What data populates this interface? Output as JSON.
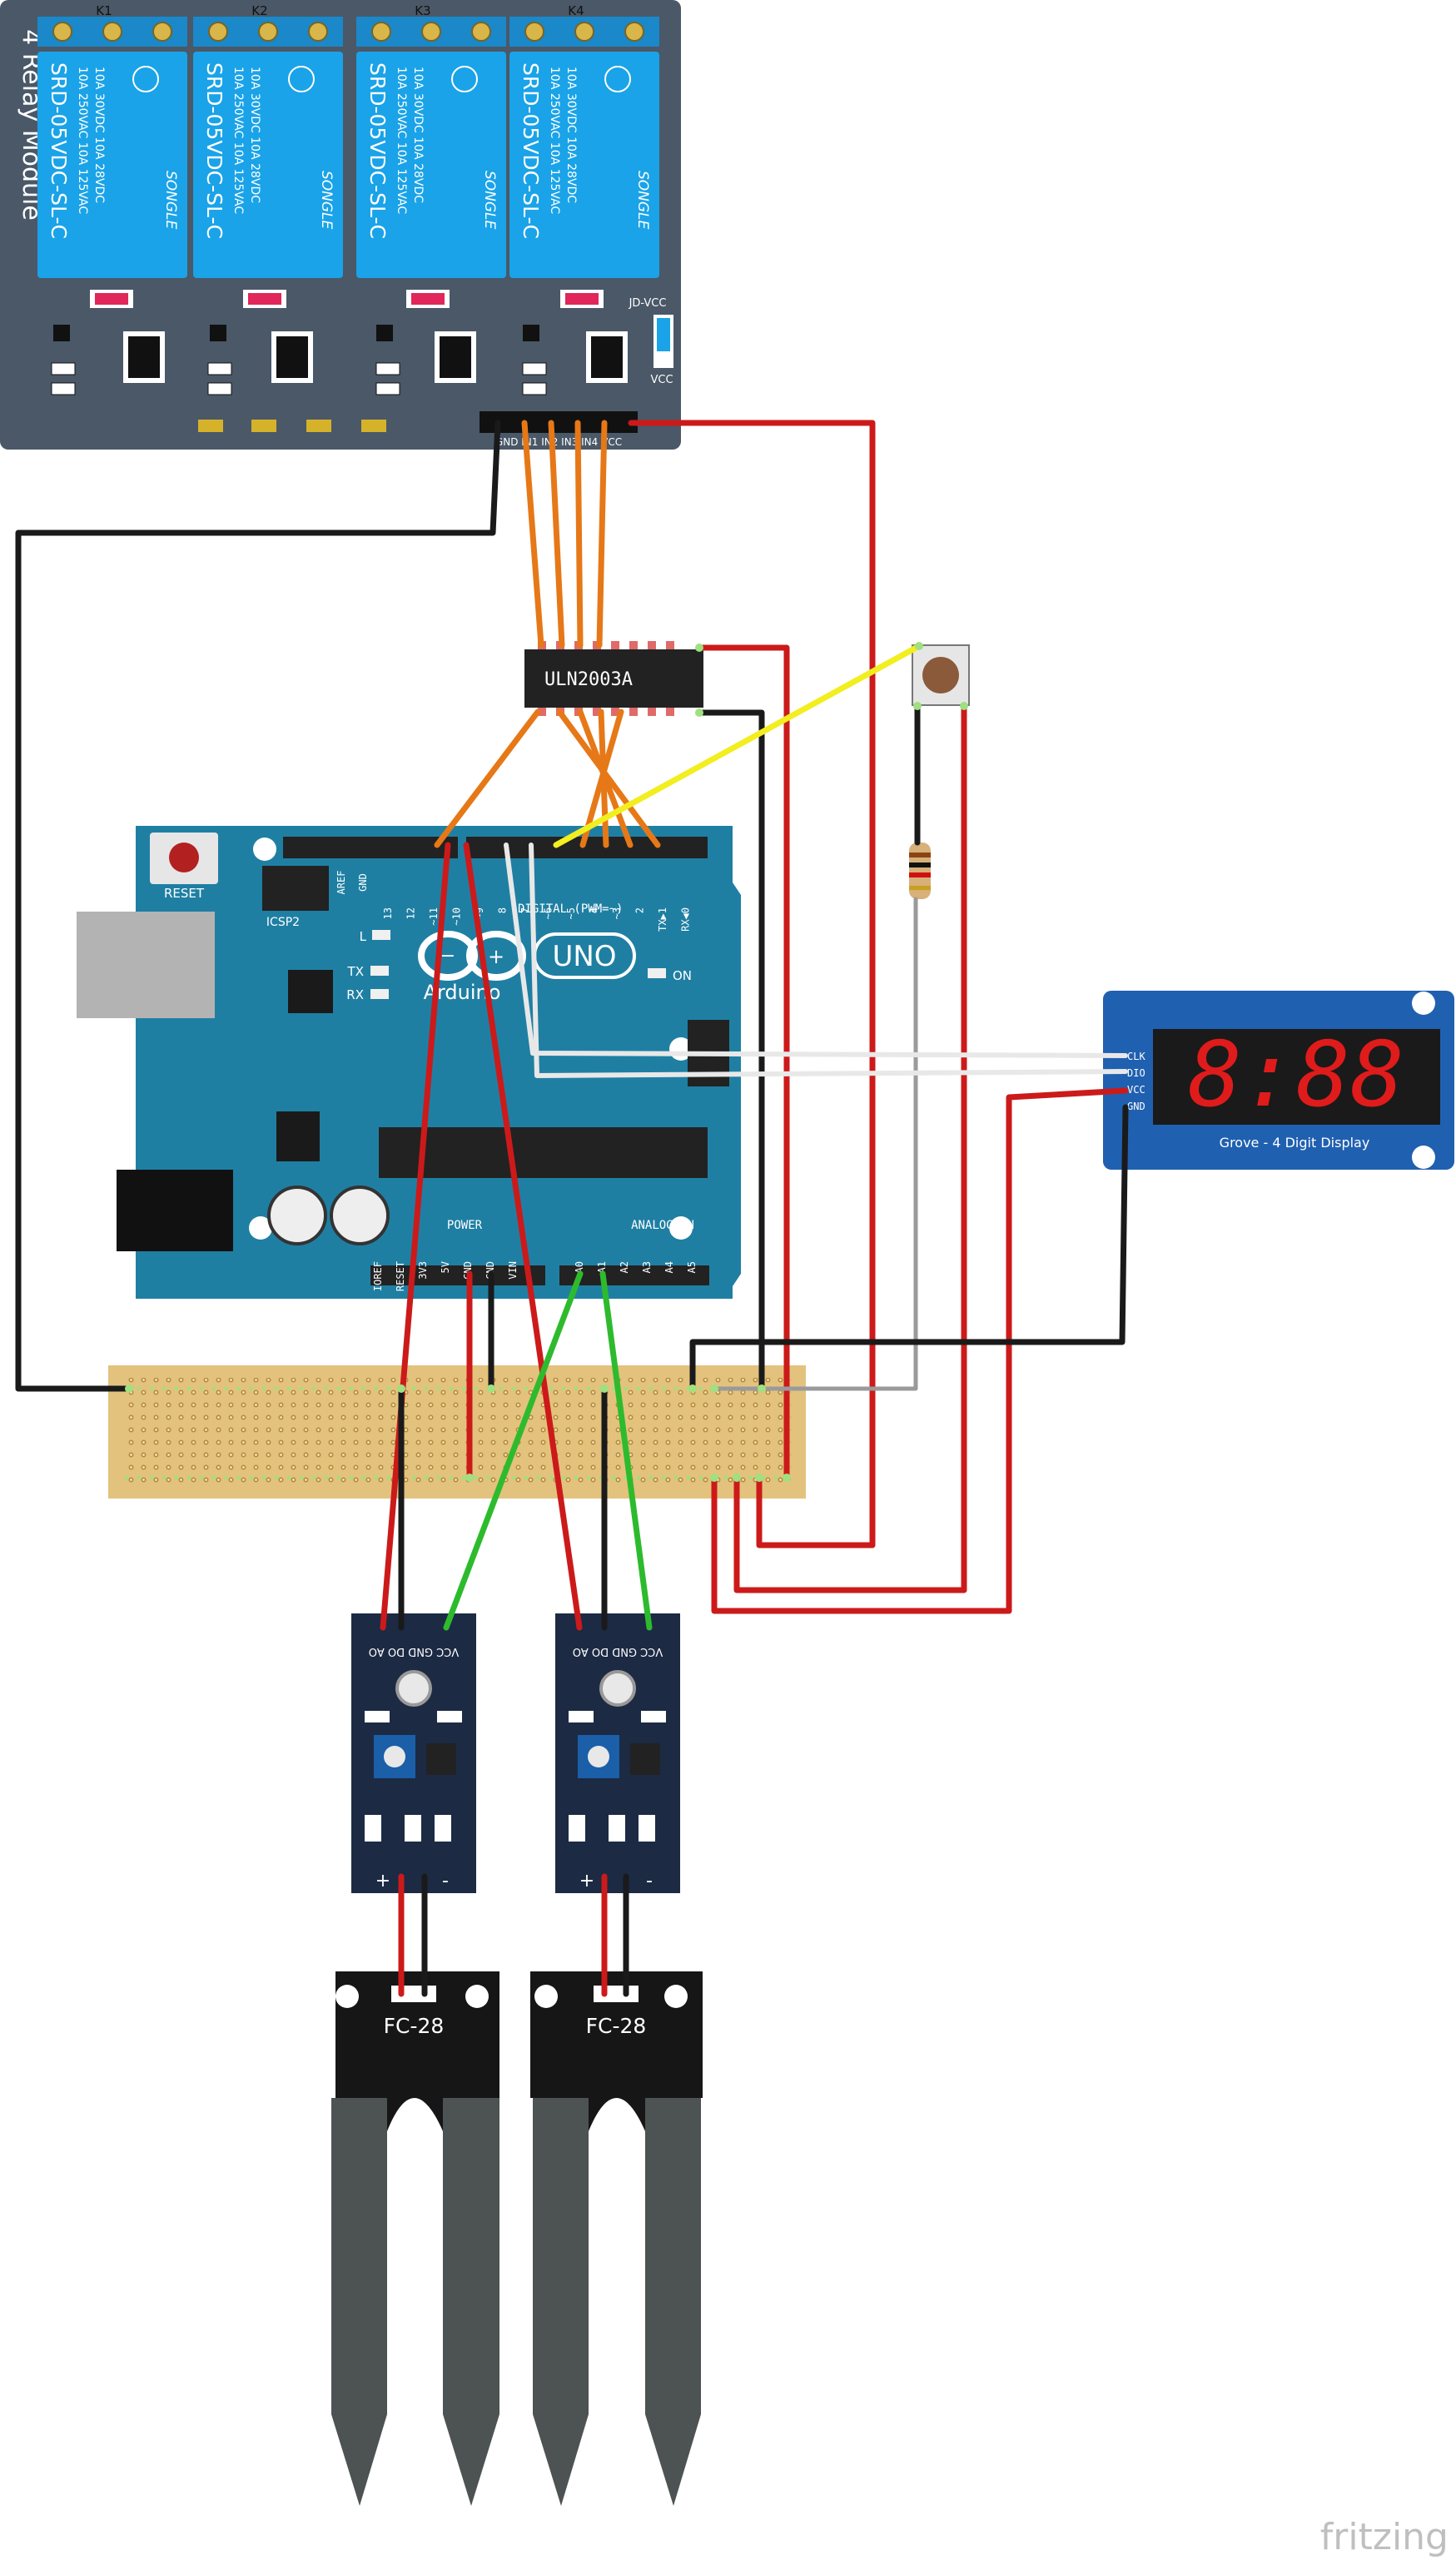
{
  "relay_module": {
    "title": "4 Relay Module",
    "channels": [
      {
        "label": "K1",
        "model": "SRD-05VDC-SL-C",
        "rating1": "10A 250VAC 10A 125VAC",
        "rating2": "10A 30VDC 10A 28VDC",
        "brand": "SONGLE"
      },
      {
        "label": "K2",
        "model": "SRD-05VDC-SL-C",
        "rating1": "10A 250VAC 10A 125VAC",
        "rating2": "10A 30VDC 10A 28VDC",
        "brand": "SONGLE"
      },
      {
        "label": "K3",
        "model": "SRD-05VDC-SL-C",
        "rating1": "10A 250VAC 10A 125VAC",
        "rating2": "10A 30VDC 10A 28VDC",
        "brand": "SONGLE"
      },
      {
        "label": "K4",
        "model": "SRD-05VDC-SL-C",
        "rating1": "10A 250VAC 10A 125VAC",
        "rating2": "10A 30VDC 10A 28VDC",
        "brand": "SONGLE"
      }
    ],
    "jd_vcc": "JD-VCC",
    "vcc": "VCC",
    "header_pins": "GND IN1 IN2 IN3 IN4 VCC"
  },
  "uln": {
    "label": "ULN2003A"
  },
  "arduino": {
    "reset": "RESET",
    "icsp": "ICSP2",
    "l": "L",
    "tx": "TX",
    "rx": "RX",
    "on": "ON",
    "logo_text": "Arduino",
    "uno": "UNO",
    "digital": "DIGITAL (PWM=~)",
    "power": "POWER",
    "analog": "ANALOG IN",
    "aref": "AREF",
    "gnd": "GND",
    "top_pins": [
      "13",
      "12",
      "~11",
      "~10",
      "~9",
      "8",
      "7",
      "~6",
      "~5",
      "4",
      "~3",
      "2",
      "TX▶1",
      "RX◀0"
    ],
    "power_pins": [
      "IOREF",
      "RESET",
      "3V3",
      "5V",
      "GND",
      "GND",
      "VIN"
    ],
    "analog_pins": [
      "A0",
      "A1",
      "A2",
      "A3",
      "A4",
      "A5"
    ]
  },
  "display": {
    "digits": "8:88",
    "caption": "Grove - 4 Digit Display",
    "pins": [
      "CLK",
      "DIO",
      "VCC",
      "GND"
    ]
  },
  "sensor_module": {
    "pins": "VCC GND DO AO",
    "plus": "+",
    "minus": "-"
  },
  "probe": {
    "label": "FC-28"
  },
  "watermark": "fritzing",
  "colors": {
    "relay_board": "#4a5868",
    "relay_block": "#1aa3e8",
    "arduino": "#1f7fa3",
    "perfboard": "#e3c27d",
    "display_board": "#2060b0",
    "sensor_board": "#1c2a44",
    "wire_red": "#cc1a1a",
    "wire_black": "#1a1a1a",
    "wire_orange": "#e67817",
    "wire_yellow": "#f2ee1f",
    "wire_green": "#2dbb2d",
    "wire_white": "#e8e8e8",
    "wire_gray": "#9a9a9a"
  }
}
